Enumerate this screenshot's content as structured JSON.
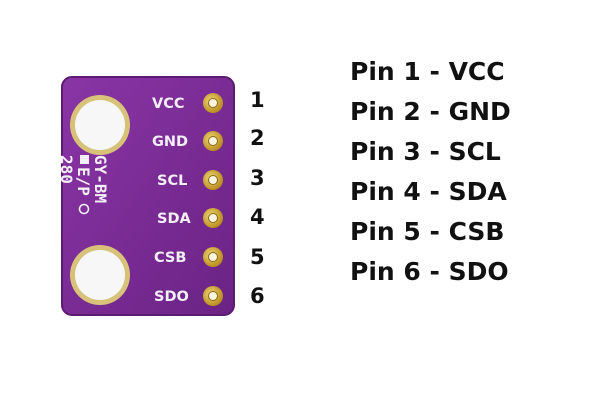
{
  "board": {
    "pins": [
      {
        "number": "1",
        "label": "VCC"
      },
      {
        "number": "2",
        "label": "GND"
      },
      {
        "number": "3",
        "label": "SCL"
      },
      {
        "number": "4",
        "label": "SDA"
      },
      {
        "number": "5",
        "label": "CSB"
      },
      {
        "number": "6",
        "label": "SDO"
      }
    ],
    "silkscreen": {
      "line1": "GY-BM",
      "line2": "E/P",
      "line3": "280"
    },
    "colors": {
      "pcb": "#7b2c95",
      "pad": "#c9a227",
      "hole": "#f7f7f7"
    }
  },
  "pin_list": [
    "Pin 1 - VCC",
    "Pin 2 - GND",
    "Pin 3 - SCL",
    "Pin 4 - SDA",
    "Pin 5 - CSB",
    "Pin 6 - SDO"
  ]
}
